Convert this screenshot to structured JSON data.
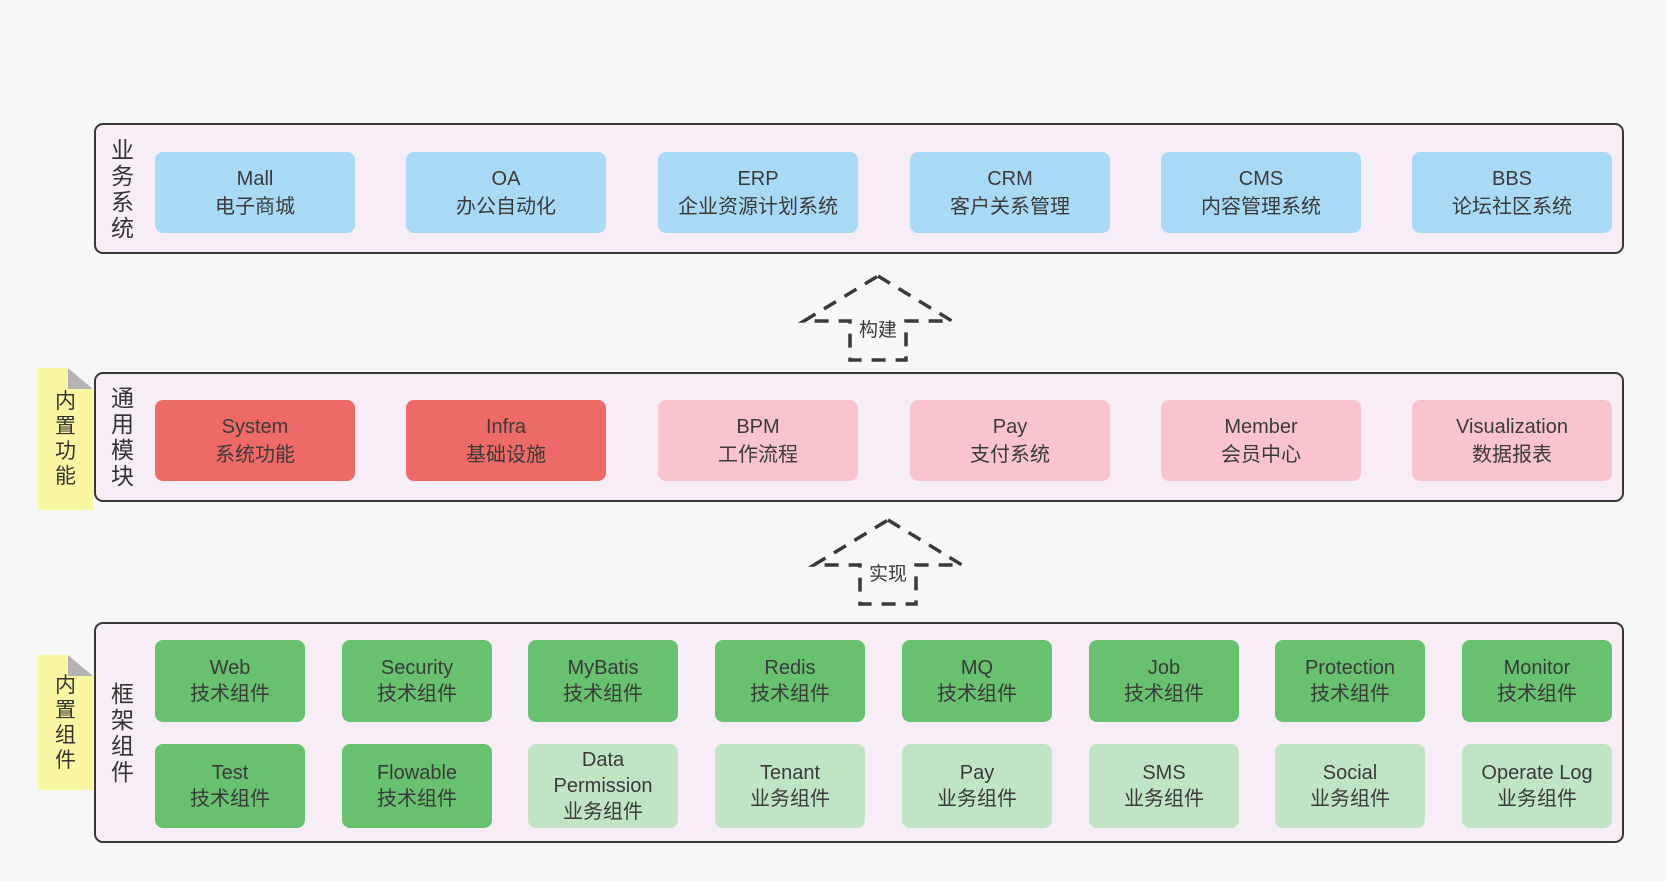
{
  "palette": {
    "page_bg": "#f7f7f7",
    "layer_fill": "#f7edf6",
    "layer_border": "#373737",
    "blue_box": "#a9daf5",
    "red_box": "#ee6a66",
    "pink_box": "#f9c4ce",
    "green_dark_box": "#68c16e",
    "green_light_box": "#bfe5c4",
    "sticky_yellow": "#f9f7a1",
    "sticky_fold_gray": "#b3b3b3",
    "text": "#3a3a3a"
  },
  "business": {
    "side_label": "业务系统",
    "items": [
      {
        "title": "Mall",
        "subtitle": "电子商城"
      },
      {
        "title": "OA",
        "subtitle": "办公自动化"
      },
      {
        "title": "ERP",
        "subtitle": "企业资源计划系统"
      },
      {
        "title": "CRM",
        "subtitle": "客户关系管理"
      },
      {
        "title": "CMS",
        "subtitle": "内容管理系统"
      },
      {
        "title": "BBS",
        "subtitle": "论坛社区系统"
      }
    ]
  },
  "modules": {
    "sticky_label": "内置功能",
    "side_label": "通用模块",
    "items": [
      {
        "title": "System",
        "subtitle": "系统功能",
        "color": "red"
      },
      {
        "title": "Infra",
        "subtitle": "基础设施",
        "color": "red"
      },
      {
        "title": "BPM",
        "subtitle": "工作流程",
        "color": "pink"
      },
      {
        "title": "Pay",
        "subtitle": "支付系统",
        "color": "pink"
      },
      {
        "title": "Member",
        "subtitle": "会员中心",
        "color": "pink"
      },
      {
        "title": "Visualization",
        "subtitle": "数据报表",
        "color": "pink"
      }
    ]
  },
  "components": {
    "sticky_label": "内置组件",
    "side_label": "框架组件",
    "row1": [
      {
        "title": "Web",
        "subtitle": "技术组件",
        "color": "green-dark"
      },
      {
        "title": "Security",
        "subtitle": "技术组件",
        "color": "green-dark"
      },
      {
        "title": "MyBatis",
        "subtitle": "技术组件",
        "color": "green-dark"
      },
      {
        "title": "Redis",
        "subtitle": "技术组件",
        "color": "green-dark"
      },
      {
        "title": "MQ",
        "subtitle": "技术组件",
        "color": "green-dark"
      },
      {
        "title": "Job",
        "subtitle": "技术组件",
        "color": "green-dark"
      },
      {
        "title": "Protection",
        "subtitle": "技术组件",
        "color": "green-dark"
      },
      {
        "title": "Monitor",
        "subtitle": "技术组件",
        "color": "green-dark"
      }
    ],
    "row2": [
      {
        "title": "Test",
        "subtitle": "技术组件",
        "color": "green-dark"
      },
      {
        "title": "Flowable",
        "subtitle": "技术组件",
        "color": "green-dark"
      },
      {
        "title": "Data Permission",
        "subtitle": "业务组件",
        "color": "green-light"
      },
      {
        "title": "Tenant",
        "subtitle": "业务组件",
        "color": "green-light"
      },
      {
        "title": "Pay",
        "subtitle": "业务组件",
        "color": "green-light"
      },
      {
        "title": "SMS",
        "subtitle": "业务组件",
        "color": "green-light"
      },
      {
        "title": "Social",
        "subtitle": "业务组件",
        "color": "green-light"
      },
      {
        "title": "Operate Log",
        "subtitle": "业务组件",
        "color": "green-light"
      }
    ]
  },
  "arrows": [
    {
      "label": "构建"
    },
    {
      "label": "实现"
    }
  ]
}
